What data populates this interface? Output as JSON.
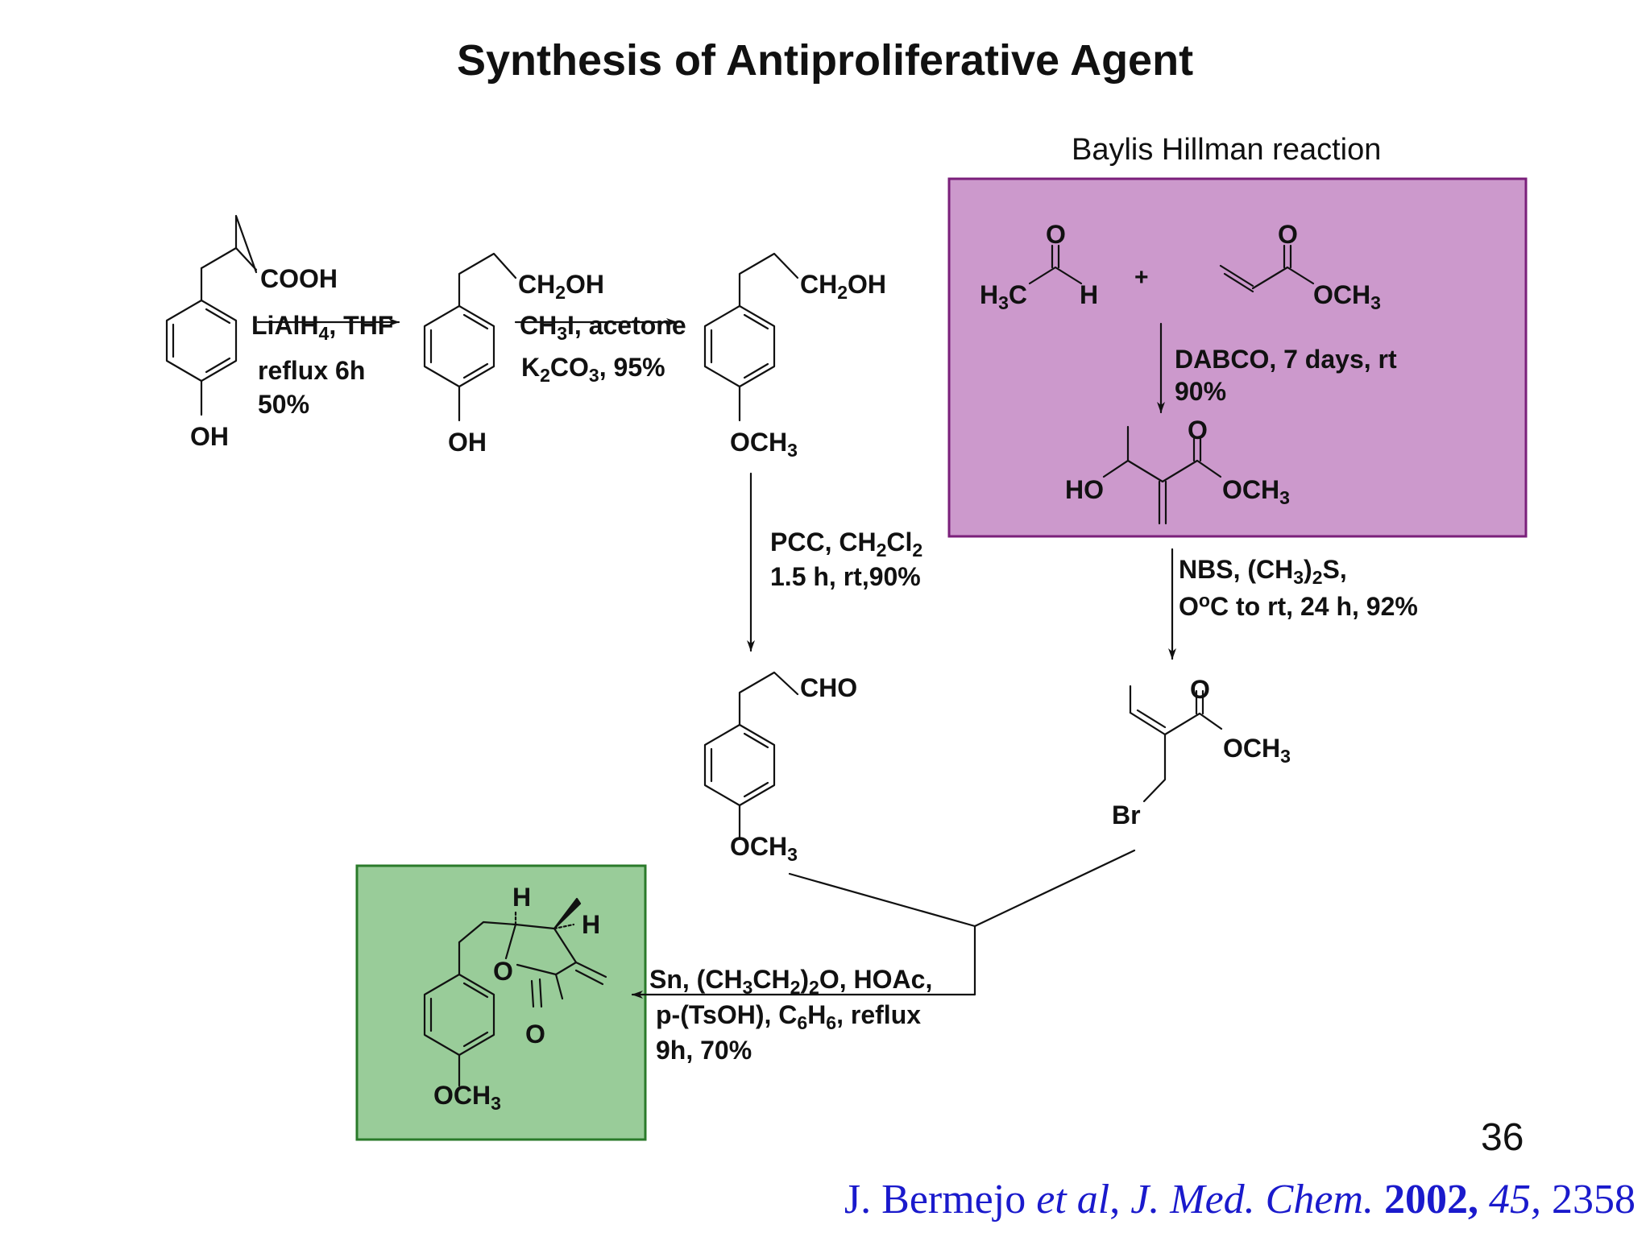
{
  "title": "Synthesis of Antiproliferative Agent",
  "bh_box": {
    "label": "Baylis Hillman reaction",
    "fill": "#cc99cc",
    "stroke": "#7a1f7a"
  },
  "product_box": {
    "fill": "#99cc99",
    "stroke": "#2a7a2a"
  },
  "page_number": "36",
  "citation": {
    "authors": "J. Bermejo",
    "etal": "et al",
    "sep1": ", ",
    "journal": "J. Med. Chem.",
    "year": "2002,",
    "volume": "45,",
    "page": "2358",
    "color": "#1a1acc"
  },
  "compounds": {
    "acid": {
      "top": "COOH",
      "bottom": "OH"
    },
    "alcohol": {
      "top_a": "CH",
      "top_sub": "2",
      "top_b": "OH",
      "bottom": "OH"
    },
    "methyl_ether_alcohol": {
      "top_a": "CH",
      "top_sub": "2",
      "top_b": "OH",
      "bottom_a": "OCH",
      "bottom_sub": "3"
    },
    "aldehyde": {
      "top": "CHO",
      "bottom_a": "OCH",
      "bottom_sub": "3"
    },
    "acetaldehyde": {
      "o": "O",
      "left_a": "H",
      "left_sub": "3",
      "left_b": "C",
      "right": "H"
    },
    "plus": "+",
    "acrylate": {
      "o": "O",
      "right_a": "OCH",
      "right_sub": "3"
    },
    "bh_adduct": {
      "o": "O",
      "left": "HO",
      "right_a": "OCH",
      "right_sub": "3"
    },
    "allyl_bromide": {
      "o": "O",
      "right_a": "OCH",
      "right_sub": "3",
      "bottom": "Br"
    },
    "lactone": {
      "h1": "H",
      "h2": "H",
      "ring_o": "O",
      "carbonyl_o": "O",
      "bottom_a": "OCH",
      "bottom_sub": "3"
    }
  },
  "conditions": {
    "step1": {
      "line1_a": "LiAlH",
      "line1_sub": "4",
      "line1_b": ", THF",
      "line2": "reflux 6h",
      "line3": "50%"
    },
    "step2": {
      "line1_a": "CH",
      "line1_sub": "3",
      "line1_b": "I, acetone",
      "line2_a": "K",
      "line2_sub1": "2",
      "line2_b": "CO",
      "line2_sub2": "3",
      "line2_c": ", 95%"
    },
    "step3": {
      "line1_a": "PCC, CH",
      "line1_sub1": "2",
      "line1_b": "Cl",
      "line1_sub2": "2",
      "line2": "1.5 h, rt,90%"
    },
    "step4": {
      "line1": "DABCO, 7 days, rt",
      "line2": "90%"
    },
    "step5": {
      "line1_a": "NBS, (CH",
      "line1_sub": "3",
      "line1_b": ")",
      "line1_sub2": "2",
      "line1_c": "S,",
      "line2_a": "O",
      "line2_sup": "o",
      "line2_b": "C  to rt, 24 h, 92%"
    },
    "step6": {
      "line1_a": "Sn, (CH",
      "line1_sub1": "3",
      "line1_b": "CH",
      "line1_sub2": "2",
      "line1_c": ")",
      "line1_sub3": "2",
      "line1_d": "O, HOAc,",
      "line2_a": "p-(TsOH), C",
      "line2_sub1": "6",
      "line2_b": "H",
      "line2_sub2": "6",
      "line2_c": ", reflux",
      "line3": "9h, 70%"
    }
  }
}
